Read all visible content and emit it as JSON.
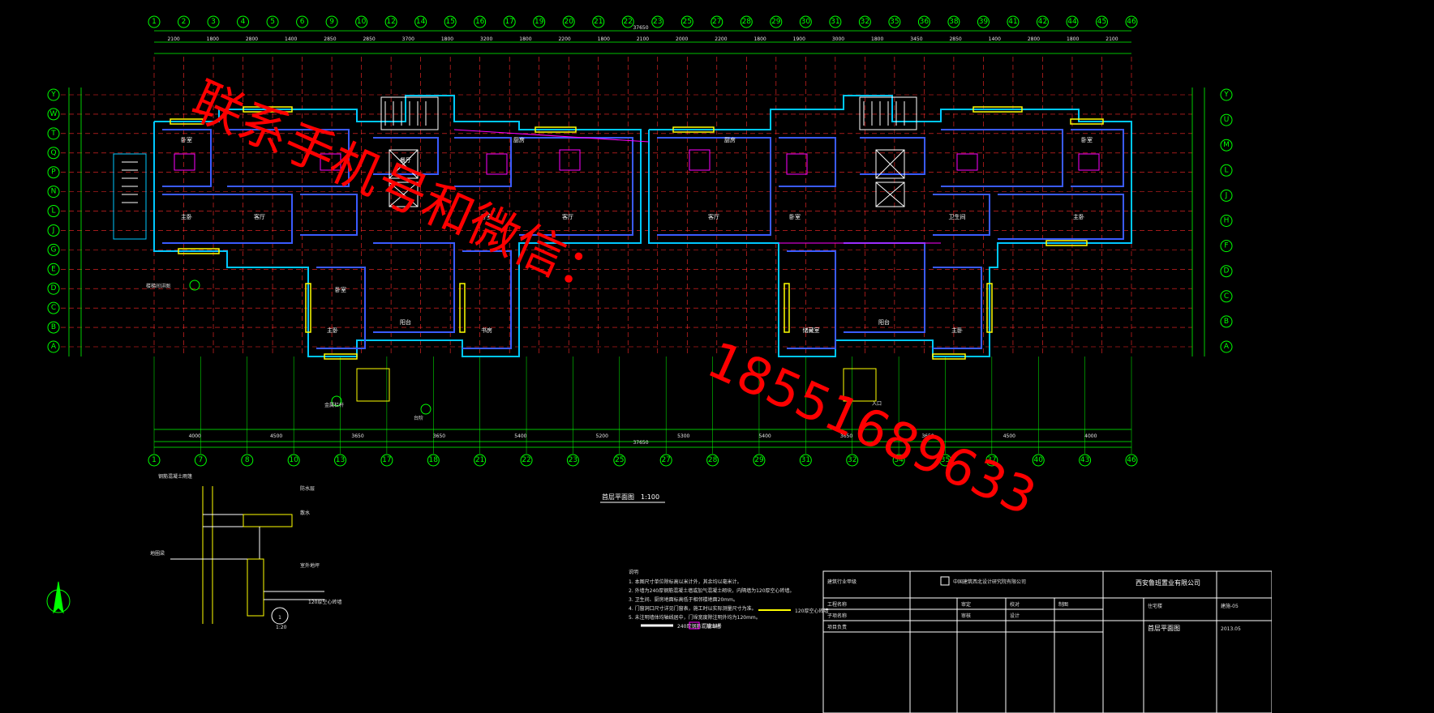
{
  "grid_columns_top": [
    "1",
    "2",
    "3",
    "4",
    "5",
    "6",
    "9",
    "10",
    "12",
    "14",
    "15",
    "16",
    "17",
    "19",
    "20",
    "21",
    "22",
    "23",
    "25",
    "27",
    "28",
    "29",
    "30",
    "31",
    "32",
    "35",
    "36",
    "38",
    "39",
    "41",
    "42",
    "44",
    "45",
    "46"
  ],
  "grid_columns_bottom": [
    "1",
    "7",
    "8",
    "10",
    "13",
    "17",
    "18",
    "21",
    "22",
    "23",
    "25",
    "27",
    "28",
    "29",
    "31",
    "32",
    "34",
    "35",
    "37",
    "40",
    "43",
    "46"
  ],
  "grid_rows_left": [
    "Y",
    "W",
    "T",
    "Q",
    "P",
    "N",
    "L",
    "J",
    "G",
    "E",
    "D",
    "C",
    "B",
    "A"
  ],
  "grid_rows_right": [
    "Y",
    "U",
    "M",
    "L",
    "J",
    "H",
    "F",
    "D",
    "C",
    "B",
    "A"
  ],
  "dimension_strings_top": [
    "2100",
    "1800",
    "2800",
    "1400",
    "2850",
    "2850",
    "3700",
    "1800",
    "3200",
    "1800",
    "2200",
    "1800",
    "2100",
    "2000",
    "2200",
    "1800",
    "1900",
    "3000",
    "1800",
    "3450",
    "2850",
    "1400",
    "2800",
    "1800",
    "2100"
  ],
  "dimension_strings_bottom": [
    "4000",
    "4500",
    "3650",
    "3650",
    "5400",
    "5200",
    "5300",
    "5400",
    "3650",
    "3650",
    "4500",
    "4000"
  ],
  "overall_dimension": "37650",
  "rooms": [
    "卧室",
    "客厅",
    "厨房",
    "卫生间",
    "主卧",
    "餐厅",
    "阳台",
    "书房",
    "储藏室"
  ],
  "drawing_title": "首层平面图",
  "drawing_scale": "1:100",
  "detail_scale": "1:20",
  "detail_number": "1",
  "detail_labels": [
    "钢筋混凝土雨篷",
    "防水层",
    "散水",
    "室外地坪",
    "地圈梁",
    "120厚空心砖墙"
  ],
  "legend_items": [
    "120厚空心砖墙",
    "240厚钢筋混凝土墙",
    "门窗编号"
  ],
  "callouts": [
    "楼梯间详图",
    "金属栏杆",
    "台阶",
    "入口"
  ],
  "notes_title": "说明",
  "notes": [
    "1. 本图尺寸单位除标高以米计外，其余均以毫米计。",
    "2. 外墙为240厚钢筋混凝土墙或加气混凝土砌块，内隔墙为120厚空心砖墙。",
    "3. 卫生间、厨房地面标高低于相邻楼地面20mm。",
    "4. 门窗洞口尺寸详见门窗表，施工时以实际测量尺寸为准。",
    "5. 未注明墙体均轴线居中，门垛宽度除注明外均为120mm。"
  ],
  "title_block": {
    "institute": "中国建筑西北设计研究院有限公司",
    "client": "西安鲁班置业有限公司",
    "project": "住宅楼",
    "sheet_title": "首层平面图",
    "sheet_no": "建施-05",
    "rows": [
      "工程名称",
      "子项名称",
      "项目负责",
      "审定",
      "审核",
      "校对",
      "设计",
      "制图"
    ],
    "cert": "建筑行业甲级",
    "date": "2013.05"
  },
  "watermark": {
    "line1": "联系手机号和微信：",
    "line2": "18551689633"
  },
  "colors": {
    "background": "#000000",
    "grid_line": "#ff2a2a",
    "axis_bubble": "#00ff00",
    "dimension": "#00ff00",
    "wall_outer": "#00c8ff",
    "wall_inner": "#3a5bff",
    "window": "#ffff00",
    "furniture": "#ff00ff",
    "text": "#ffffff",
    "watermark": "#ff0000"
  }
}
